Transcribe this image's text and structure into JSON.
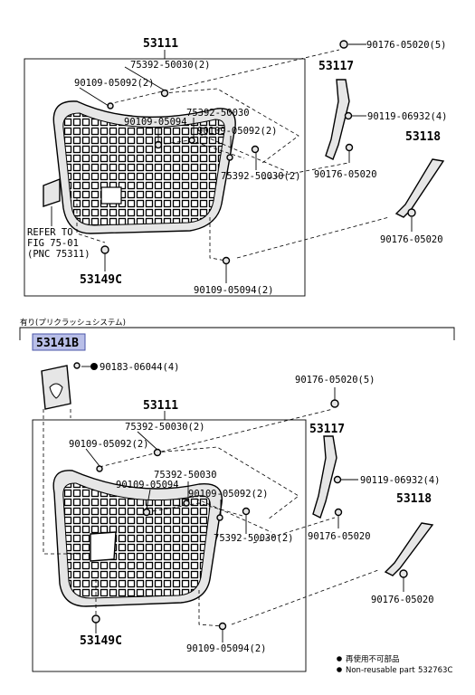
{
  "section1": {
    "parts": {
      "grille": "53111",
      "molding_a": "75392-50030(2)",
      "clip_a": "90109-05092(2)",
      "screw_a": "90176-05020(5)",
      "molding_b": "75392-50030",
      "clip_b": "90109-05094",
      "clip_c": "90109-05092(2)",
      "molding_c": "75392-50030(2)",
      "bracket_a": "53117",
      "bolt_a": "90119-06932(4)",
      "bracket_b": "53118",
      "screw_b": "90176-05020",
      "screw_c": "90176-05020",
      "emblem_ref": "53149C",
      "clip_d": "90109-05094(2)"
    },
    "refer_lines": [
      "REFER TO",
      "FIG 75-01",
      "(PNC 75311)"
    ]
  },
  "section2": {
    "header": "有り(プリクラッシュシステム)",
    "parts": {
      "sensor_cover": "53141B",
      "nut": "90183-06044(4)",
      "screw_a": "90176-05020(5)",
      "grille": "53111",
      "molding_a": "75392-50030(2)",
      "clip_a": "90109-05092(2)",
      "molding_b": "75392-50030",
      "clip_b": "90109-05094",
      "clip_c": "90109-05092(2)",
      "bracket_a": "53117",
      "bolt_a": "90119-06932(4)",
      "bracket_b": "53118",
      "molding_c": "75392-50030(2)",
      "screw_b": "90176-05020",
      "screw_c": "90176-05020",
      "emblem_ref": "53149C",
      "clip_d": "90109-05094(2)"
    }
  },
  "legend": {
    "item1": "再使用不可部品",
    "item2": "Non-reusable part"
  },
  "figure_code": "532763C"
}
